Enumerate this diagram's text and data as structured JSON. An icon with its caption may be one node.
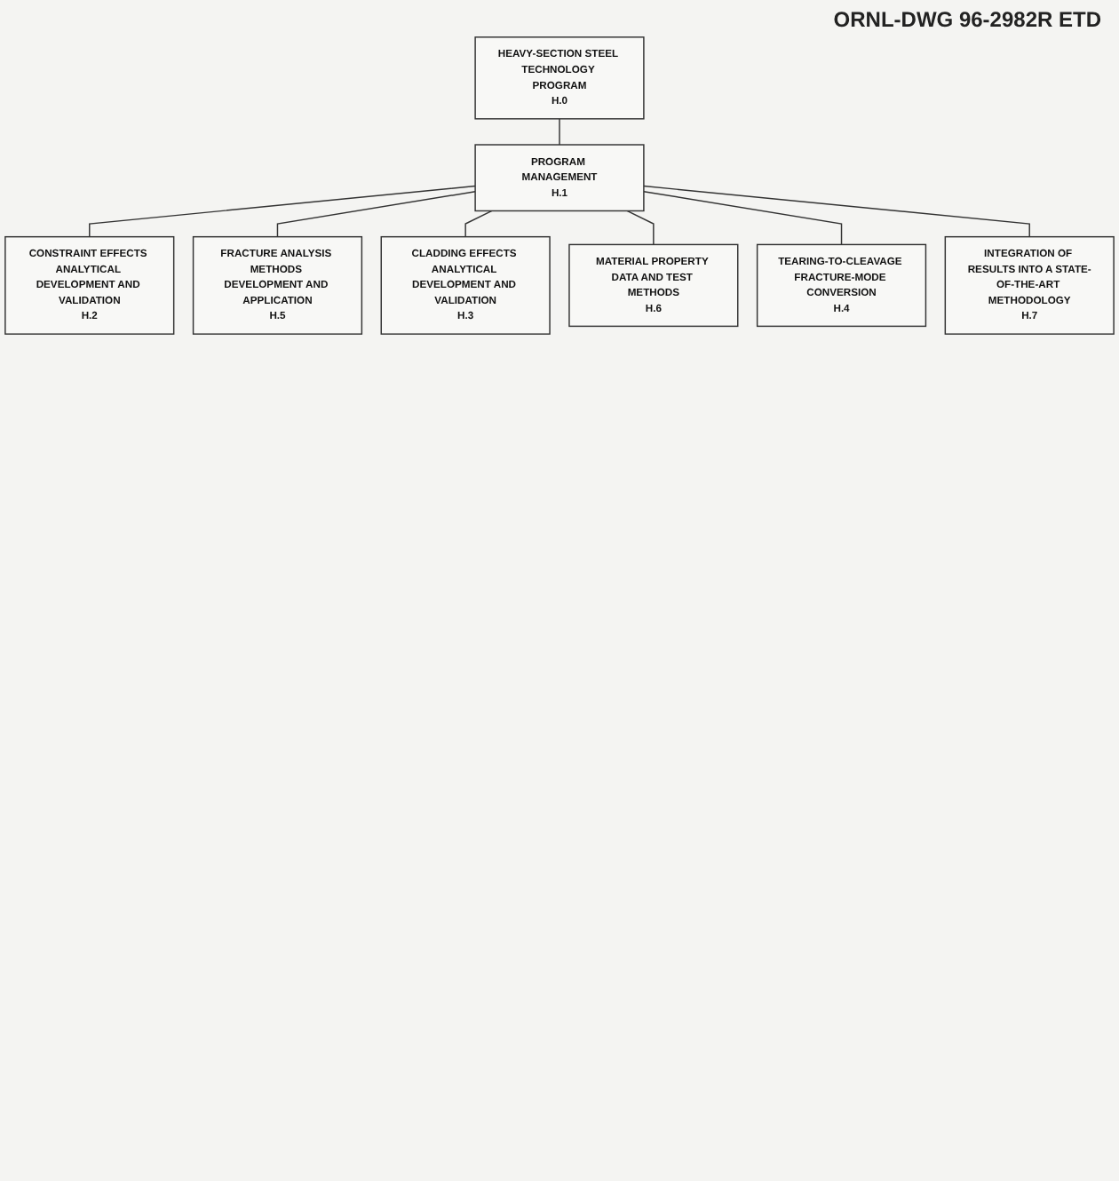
{
  "diagram": {
    "nodes": [
      {
        "text": [
          "HEAVY-SECTION STEEL TECHNOLOGY PROGRAM",
          "H.0"
        ]
      },
      {
        "text": [
          "PROGRAM MANAGEMENT",
          "H.1"
        ]
      },
      {
        "text": [
          "CONSTRAINT EFFECTS ANALYTICAL DEVELOPMENT AND VALIDATION",
          "H.2"
        ]
      },
      {
        "text": [
          "FRACTURE ANALYSIS METHODS DEVELOPMENT AND APPLICATION",
          "H.5"
        ]
      },
      {
        "text": [
          "CLADDING EFFECTS ANALYTICAL DEVELOPMENT AND VALIDATION",
          "H.3"
        ]
      },
      {
        "text": [
          "MATERIAL PROPERTY DATA AND TEST METHODS",
          "H.6"
        ]
      },
      {
        "text": [
          "TEARING-TO-CLEAVAGE FRACTURE-MODE CONVERSION",
          "H.4"
        ]
      },
      {
        "text": [
          "INTEGRATION OF RESULTS INTO A STATE-OF-THE-ART METHODOLOGY",
          "H.7"
        ]
      }
    ],
    "edges": [
      {
        "from": 0,
        "to": 1,
        "arrow": "none"
      },
      {
        "from": 1,
        "to": 2,
        "arrow": "none"
      },
      {
        "from": 1,
        "to": 3,
        "arrow": "none"
      },
      {
        "from": 1,
        "to": 4,
        "arrow": "none"
      },
      {
        "from": 1,
        "to": 5,
        "arrow": "none"
      },
      {
        "from": 1,
        "to": 6,
        "arrow": "none"
      },
      {
        "from": 1,
        "to": 7,
        "arrow": "none"
      }
    ],
    "labels": [
      "ORNL-DWG 96-2982R ETD"
    ]
  }
}
